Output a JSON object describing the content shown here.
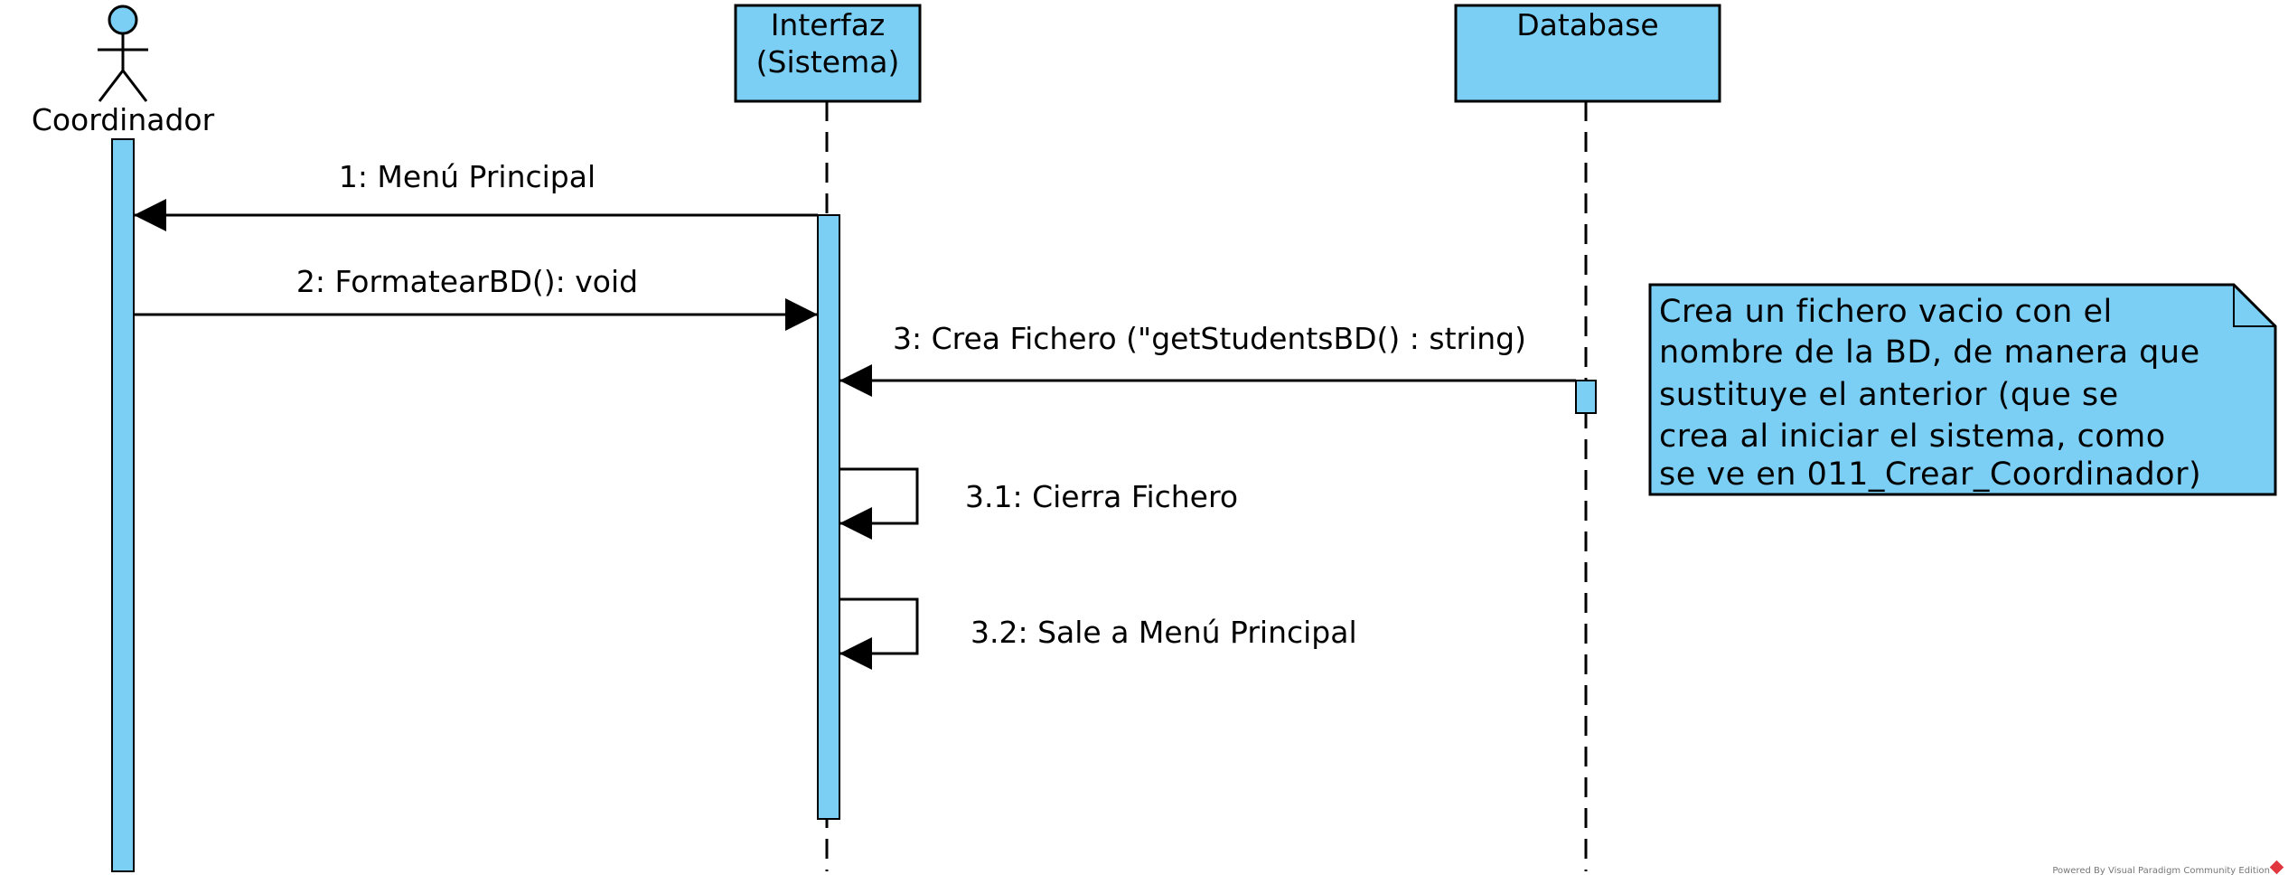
{
  "colors": {
    "fill": "#7ccff4",
    "stroke": "#000000",
    "logo": "#e0383e"
  },
  "actor": {
    "name": "Coordinador"
  },
  "lifelines": {
    "interfaz": {
      "line1": "Interfaz",
      "line2": "(Sistema)"
    },
    "database": {
      "name": "Database"
    }
  },
  "messages": {
    "m1": "1: Menú Principal",
    "m2": "2: FormatearBD(): void",
    "m3": "3: Crea Fichero (\"getStudentsBD() : string)",
    "m31": "3.1: Cierra Fichero",
    "m32": "3.2: Sale a Menú Principal"
  },
  "note": {
    "lines": [
      "Crea un fichero vacio con el",
      "nombre de la BD, de manera que",
      "sustituye el anterior (que se",
      "crea al iniciar el sistema, como",
      "se ve en 011_Crear_Coordinador)"
    ]
  },
  "footer": {
    "text": "Powered By Visual Paradigm Community Edition",
    "logo_icon": "visual-paradigm-logo-icon"
  }
}
